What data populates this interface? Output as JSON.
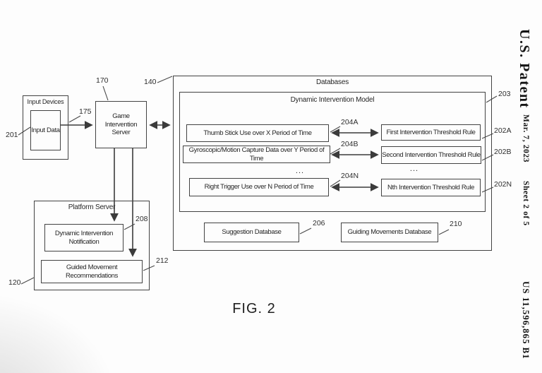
{
  "sheet": {
    "figure_label": "FIG. 2",
    "margin": {
      "patent_label": "U.S. Patent",
      "date": "Mar. 7, 2023",
      "sheet_number": "Sheet 2 of 5",
      "publication_number": "US 11,596,865 B1"
    }
  },
  "diagram": {
    "input_devices": {
      "title": "Input Devices",
      "input_data_label": "Input Data",
      "ref_box": "201",
      "ref_arrow": "175"
    },
    "game_server": {
      "label": "Game Intervention Server",
      "ref": "170"
    },
    "databases": {
      "title": "Databases",
      "ref": "140",
      "model": {
        "title": "Dynamic Intervention Model",
        "ref": "203",
        "ellipsis": "...",
        "rows": [
          {
            "usage": "Thumb Stick Use over X Period of Time",
            "usage_ref": "204A",
            "rule": "First Intervention Threshold Rule",
            "rule_ref": "202A"
          },
          {
            "usage": "Gyroscopic/Motion Capture Data over Y Period of Time",
            "usage_ref": "204B",
            "rule": "Second Intervention Threshold Rule",
            "rule_ref": "202B"
          },
          {
            "usage": "Right Trigger Use over N Period of Time",
            "usage_ref": "204N",
            "rule": "Nth Intervention Threshold Rule",
            "rule_ref": "202N"
          }
        ]
      },
      "suggestion_database": {
        "label": "Suggestion Database",
        "ref": "206"
      },
      "guiding_database": {
        "label": "Guiding Movements Database",
        "ref": "210"
      }
    },
    "platform_server": {
      "title": "Platform Server",
      "ref": "120",
      "notification": {
        "label": "Dynamic Intervention Notification",
        "ref": "208"
      },
      "recommendations": {
        "label": "Guided Movement Recommendations",
        "ref": "212"
      }
    }
  }
}
